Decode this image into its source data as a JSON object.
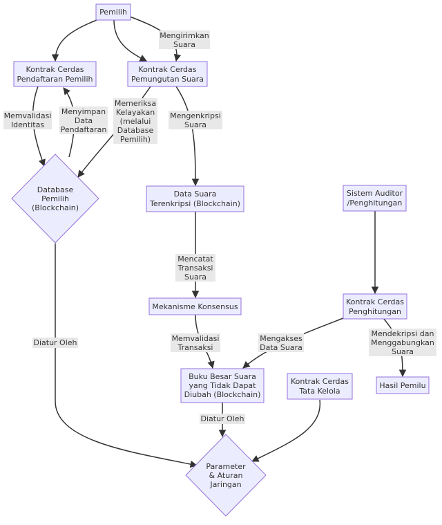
{
  "nodes": {
    "pemilih": "Pemilih",
    "kontrak_pendaftaran": [
      "Kontrak Cerdas",
      "Pendaftaran Pemilih"
    ],
    "kontrak_pemungutan": [
      "Kontrak Cerdas",
      "Pemungutan Suara"
    ],
    "database_pemilih": [
      "Database",
      "Pemilih",
      "(Blockchain)"
    ],
    "data_suara": [
      "Data Suara",
      "Terenkripsi (Blockchain)"
    ],
    "sistem_auditor": [
      "Sistem Auditor",
      "/Penghitungan"
    ],
    "mekanisme_konsensus": "Mekanisme Konsensus",
    "kontrak_penghitungan": [
      "Kontrak Cerdas",
      "Penghitungan"
    ],
    "buku_besar": [
      "Buku Besar Suara",
      "yang Tidak Dapat",
      "Diubah (Blockchain)"
    ],
    "kontrak_tata_kelola": [
      "Kontrak Cerdas",
      "Tata Kelola"
    ],
    "hasil_pemilu": "Hasil Pemilu",
    "parameter": [
      "Parameter",
      "& Aturan",
      "Jaringan"
    ]
  },
  "edges": {
    "mengirimkan_suara": [
      "Mengirimkan",
      "Suara"
    ],
    "memvalidasi_identitas": [
      "Memvalidasi",
      "Identitas"
    ],
    "menyimpan_data": [
      "Menyimpan",
      "Data",
      "Pendaftaran"
    ],
    "memeriksa_kelayakan": [
      "Memeriksa",
      "Kelayakan",
      "(melalui",
      "Database",
      "Pemilih)"
    ],
    "mengenkripsi_suara": [
      "Mengenkripsi",
      "Suara"
    ],
    "mencatat_transaksi": [
      "Mencatat",
      "Transaksi",
      "Suara"
    ],
    "memvalidasi_transaksi": [
      "Memvalidasi",
      "Transaksi"
    ],
    "mengakses_data": [
      "Mengakses",
      "Data Suara"
    ],
    "mendekripsi": [
      "Mendekripsi dan",
      "Menggabungkan",
      "Suara"
    ],
    "diatur_oleh_db": "Diatur Oleh",
    "diatur_oleh_ledger": "Diatur Oleh"
  }
}
